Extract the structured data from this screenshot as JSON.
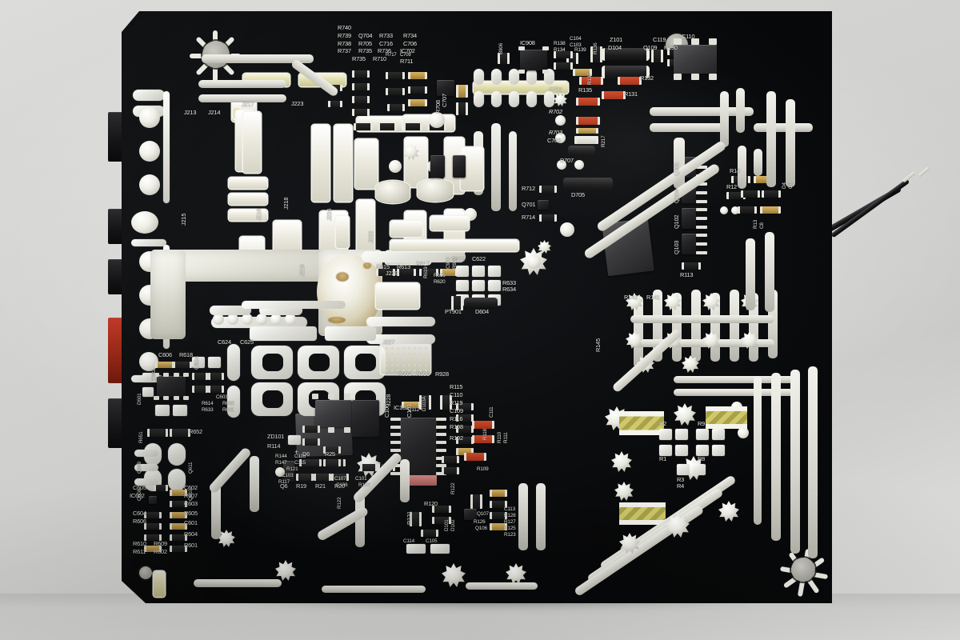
{
  "scene": {
    "subject": "printed-circuit-board-photo",
    "background_color": "#d4d4d2",
    "board_color": "#0c0e10",
    "silkscreen_color": "#e9e9e1",
    "solder_color": "#e3e3dd",
    "accent_red": "#c03a27",
    "accent_olive": "#b9b25a"
  },
  "board": {
    "label": "power-supply-pcb",
    "corner_bevels": [
      "top-left",
      "bottom-left"
    ]
  },
  "wires": {
    "count": "2",
    "color": "#121214",
    "tip_color": "#e2e2da"
  },
  "connectors": {
    "left_edge": [
      {
        "name": "connector-1",
        "color": "black"
      },
      {
        "name": "connector-2",
        "color": "black"
      },
      {
        "name": "connector-3",
        "color": "black"
      },
      {
        "name": "connector-4",
        "color": "red"
      },
      {
        "name": "connector-5",
        "color": "black"
      }
    ]
  },
  "silkscreen": {
    "top_left_cluster": [
      "R740",
      "R739",
      "Q704",
      "R733",
      "R734",
      "R738",
      "R705",
      "C716",
      "C706",
      "R737",
      "R735",
      "R736",
      "IC702",
      "R735",
      "R710",
      "R717",
      "C709",
      "R711"
    ],
    "top_left_vertical": [
      "R708",
      "C707"
    ],
    "jumpers": [
      "J213",
      "J214",
      "J215",
      "J216",
      "J217",
      "J218",
      "J219",
      "J222",
      "J223",
      "J224",
      "J227",
      "J228",
      "J229"
    ],
    "top_right_cluster": [
      "IC908",
      "R138",
      "C104",
      "R134",
      "C103",
      "R139",
      "R136",
      "Z101",
      "D104",
      "C119",
      "Q109",
      "R130",
      "C110",
      "R137",
      "R135",
      "R132",
      "R131",
      "B906"
    ],
    "upper_right_chain": [
      "R701",
      "R702",
      "R703",
      "C703",
      "D707",
      "R217",
      "D705",
      "R712",
      "Q701",
      "R714"
    ],
    "right_mid_vertical": [
      "Q101",
      "Q104",
      "Q102",
      "Q103"
    ],
    "right_mid": [
      "R113",
      "R12",
      "R14",
      "D4",
      "C6",
      "R13",
      "C8",
      "R142",
      "R141",
      "R145"
    ],
    "center_cluster": [
      "R615",
      "R613",
      "R617",
      "C623",
      "C622",
      "R633",
      "R634",
      "PT901",
      "D604",
      "R616",
      "R620",
      "R619",
      "R929",
      "C922"
    ],
    "center_lower": [
      "R603",
      "R606",
      "R928",
      "IC102",
      "C106",
      "C101",
      "D103A",
      "C112",
      "R115",
      "C110",
      "R119",
      "C109",
      "R116",
      "R108",
      "R102",
      "ZD101",
      "R114",
      "R144",
      "C116",
      "R147",
      "C115",
      "R121",
      "C103",
      "R117",
      "C107",
      "C101",
      "C106",
      "R107",
      "R122",
      "C111",
      "R118",
      "R110",
      "R111",
      "R109"
    ],
    "bottom_center": [
      "R120",
      "R121",
      "C114",
      "C105",
      "D101",
      "D102",
      "R122",
      "Q107",
      "Q106",
      "R126",
      "R128",
      "C113",
      "R127",
      "R125",
      "R123"
    ],
    "bottom_left_cluster": [
      "C605",
      "IC602",
      "C604",
      "R606",
      "R610",
      "R609",
      "R611",
      "R602",
      "C602",
      "R607",
      "C603",
      "R605",
      "C601",
      "R604",
      "R601"
    ],
    "left_mid_cluster": [
      "C624",
      "C625",
      "C603",
      "R614",
      "R632",
      "R633",
      "R631",
      "C606",
      "R618",
      "D601",
      "C602",
      "R651",
      "R652",
      "Q609",
      "Q611",
      "Q608",
      "Q610"
    ],
    "mid_left": [
      "Q6",
      "D6",
      "R25",
      "R19",
      "R21",
      "R20"
    ],
    "right_low": [
      "R2",
      "R9",
      "R1",
      "R8",
      "R3",
      "R4"
    ]
  }
}
